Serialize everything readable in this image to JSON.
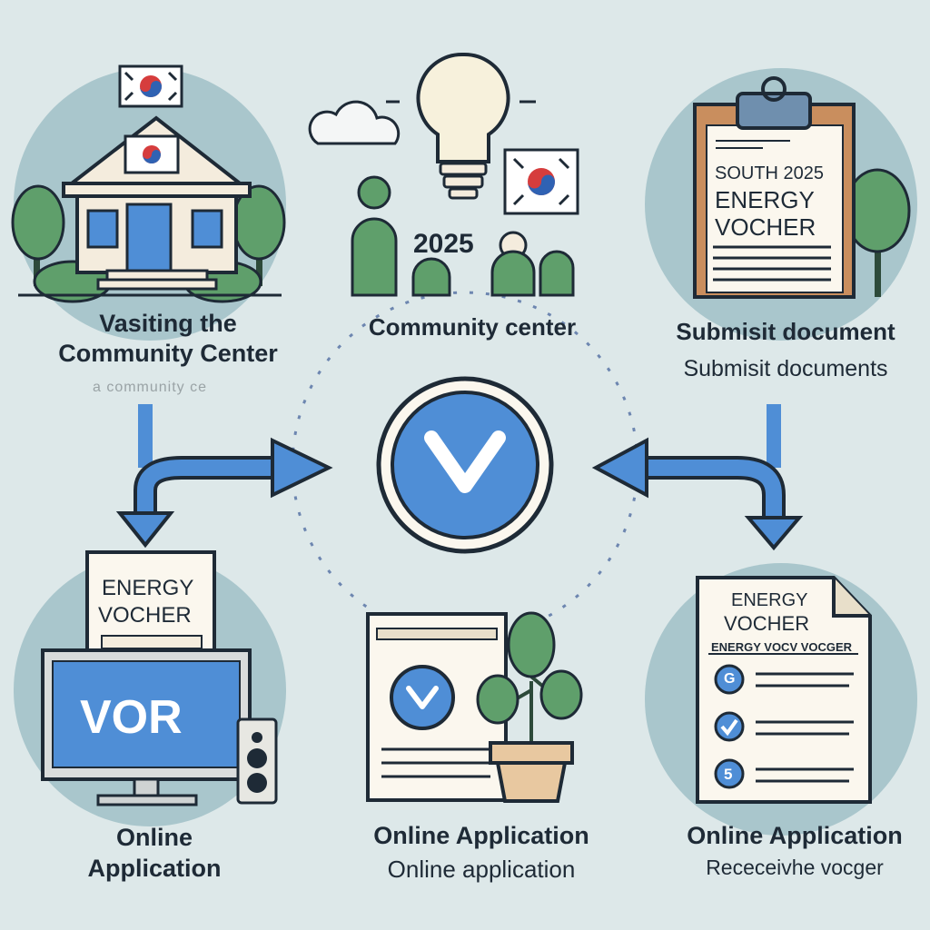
{
  "steps": {
    "visit": {
      "title_line1": "Vasiting the",
      "title_line2": "Community Center",
      "caption": "a community ce"
    },
    "center": {
      "title": "Community center",
      "year": "2025"
    },
    "submit": {
      "title": "Submisit document",
      "subtitle": "Submisit documents",
      "doc_line1": "SOUTH 2025",
      "doc_line2": "ENERGY",
      "doc_line3": "VOCHER"
    },
    "online_pc": {
      "title_line1": "Online",
      "title_line2": "Application",
      "screen_text": "VOR",
      "card_line1": "ENERGY",
      "card_line2": "VOCHER"
    },
    "online_app": {
      "title": "Online Application",
      "subtitle": "Online application"
    },
    "receive": {
      "title": "Online Application",
      "subtitle": "Receceivhe vocger",
      "doc_line1": "ENERGY",
      "doc_line2": "VOCHER",
      "doc_line3": "ENERGY VOCV VOCGER",
      "check_glyph_1": "G",
      "check_glyph_3": "5"
    }
  },
  "colors": {
    "background": "#dde8e9",
    "accent_blue": "#4f8ed6",
    "circle_bg": "#a9c6cc",
    "tree_green": "#5f9f6b",
    "paper": "#f4ecdd"
  }
}
